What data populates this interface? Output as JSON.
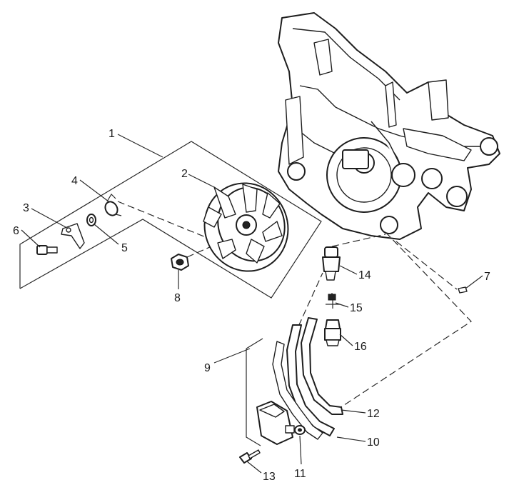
{
  "callouts": [
    {
      "id": "1",
      "label": "1"
    },
    {
      "id": "2",
      "label": "2"
    },
    {
      "id": "3",
      "label": "3"
    },
    {
      "id": "4",
      "label": "4"
    },
    {
      "id": "5",
      "label": "5"
    },
    {
      "id": "6",
      "label": "6"
    },
    {
      "id": "7",
      "label": "7"
    },
    {
      "id": "8",
      "label": "8"
    },
    {
      "id": "9",
      "label": "9"
    },
    {
      "id": "10",
      "label": "10"
    },
    {
      "id": "11",
      "label": "11"
    },
    {
      "id": "12",
      "label": "12"
    },
    {
      "id": "13",
      "label": "13"
    },
    {
      "id": "14",
      "label": "14"
    },
    {
      "id": "15",
      "label": "15"
    },
    {
      "id": "16",
      "label": "16"
    }
  ],
  "colors": {
    "line": "#2a2a2a",
    "background": "#ffffff",
    "shade": "#5a5a5a"
  }
}
